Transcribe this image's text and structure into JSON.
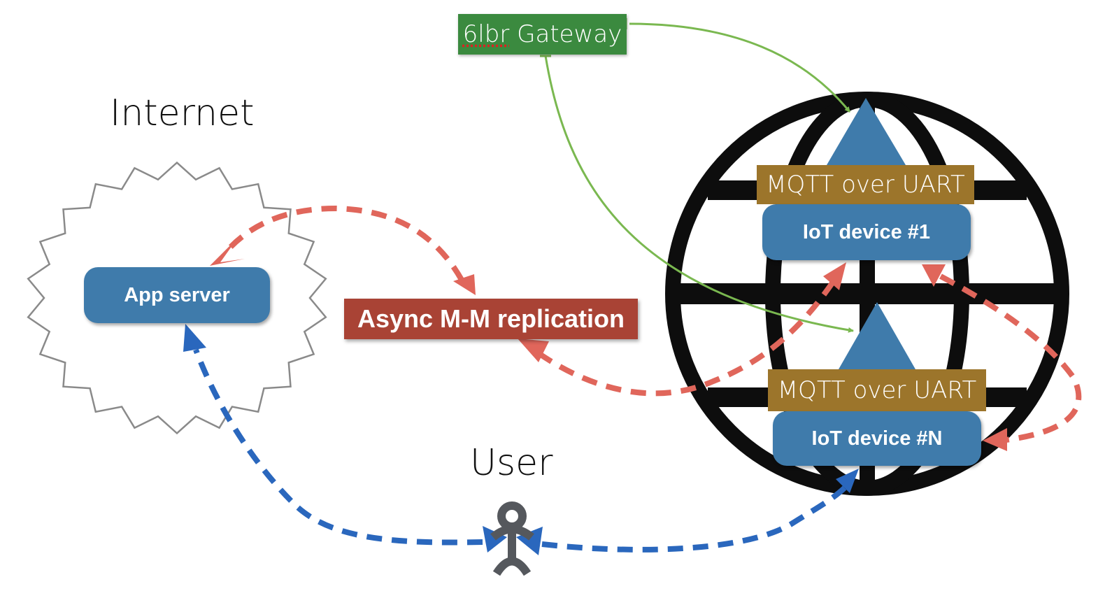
{
  "diagram": {
    "internet_label": "Internet",
    "user_label": "User",
    "gateway": {
      "label_prefix": "6lbr",
      "label_rest": " Gateway",
      "color": "#3b8a3f"
    },
    "app_server": {
      "label": "App server",
      "color": "#3f7bab"
    },
    "replication": {
      "label": "Async M-M replication",
      "color": "#a94335"
    },
    "devices": [
      {
        "label": "IoT device #1",
        "protocol": "MQTT over UART"
      },
      {
        "label": "IoT device #N",
        "protocol": "MQTT over UART"
      }
    ],
    "colors": {
      "device": "#3f7bab",
      "protocol": "#9c752b",
      "gateway_link": "#7ab850",
      "replication_link": "#e0665b",
      "user_link": "#2a67bd",
      "globe": "#0d0d0d",
      "cloud_outline": "#8a8a8a",
      "user_icon": "#55585d"
    },
    "connections": [
      {
        "from": "6lbr Gateway",
        "to": "IoT device #1",
        "style": "solid",
        "color_key": "gateway_link"
      },
      {
        "from": "6lbr Gateway",
        "to": "IoT device #N",
        "style": "solid",
        "color_key": "gateway_link"
      },
      {
        "from": "Async M-M replication",
        "to": "App server",
        "style": "dashed",
        "color_key": "replication_link"
      },
      {
        "from": "Async M-M replication",
        "to": "IoT device #1",
        "style": "dashed",
        "color_key": "replication_link"
      },
      {
        "from": "IoT device #1",
        "to": "IoT device #N",
        "style": "dashed",
        "color_key": "replication_link"
      },
      {
        "from": "User",
        "to": "App server",
        "style": "dashed",
        "color_key": "user_link"
      },
      {
        "from": "User",
        "to": "IoT device #N",
        "style": "dashed",
        "color_key": "user_link"
      }
    ]
  }
}
